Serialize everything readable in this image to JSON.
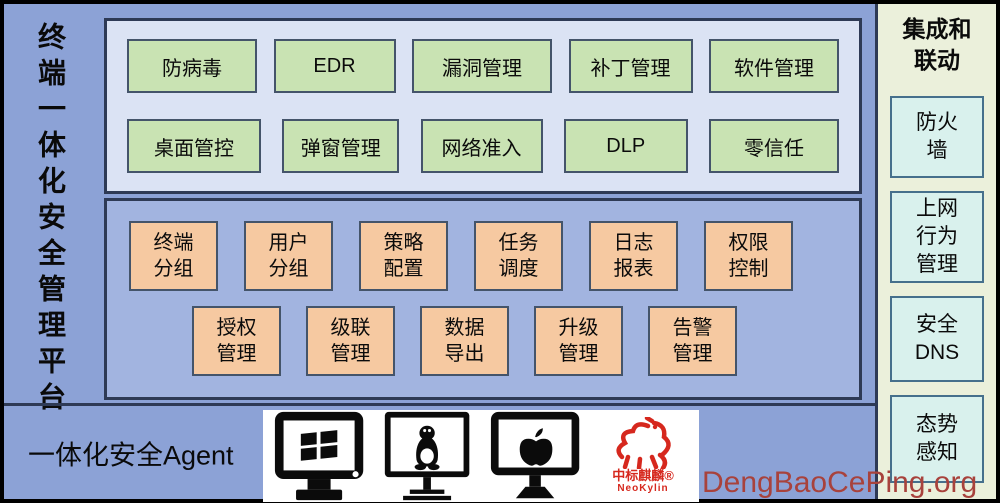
{
  "colors": {
    "background_blue": "#8CA2D6",
    "capability_panel_bg": "#DBE3F4",
    "management_panel_bg": "#A2B4E0",
    "green_box": "#C9E3B3",
    "orange_box": "#F6C9A1",
    "right_panel_bg": "#EBF0DB",
    "right_box_bg": "#D9F1ED",
    "panel_border_navy": "#2E3A55",
    "box_border": "#44546A",
    "watermark_red": "#A8423C",
    "neokylin_red": "#D6281E"
  },
  "platform": {
    "title_vertical": "终端一体化安全管理平台",
    "agent_label": "一体化安全Agent"
  },
  "capability_panel": {
    "rows": [
      [
        "防病毒",
        "EDR",
        "漏洞管理",
        "补丁管理",
        "软件管理"
      ],
      [
        "桌面管控",
        "弹窗管理",
        "网络准入",
        "DLP",
        "零信任"
      ]
    ]
  },
  "management_panel": {
    "rows": [
      [
        "终端\n分组",
        "用户\n分组",
        "策略\n配置",
        "任务\n调度",
        "日志\n报表",
        "权限\n控制"
      ],
      [
        "授权\n管理",
        "级联\n管理",
        "数据\n导出",
        "升级\n管理",
        "告警\n管理"
      ]
    ]
  },
  "agent": {
    "icons": [
      "windows-monitor-icon",
      "linux-monitor-icon",
      "apple-monitor-icon",
      "neokylin-logo-icon"
    ],
    "neokylin_cn": "中标麒麟®",
    "neokylin_en": "NeoKylin"
  },
  "integration_panel": {
    "title": "集成和\n联动",
    "items": [
      "防火\n墙",
      "上网\n行为\n管理",
      "安全\nDNS",
      "态势\n感知"
    ]
  },
  "watermark": {
    "text": "DengBaoCePing.org"
  }
}
